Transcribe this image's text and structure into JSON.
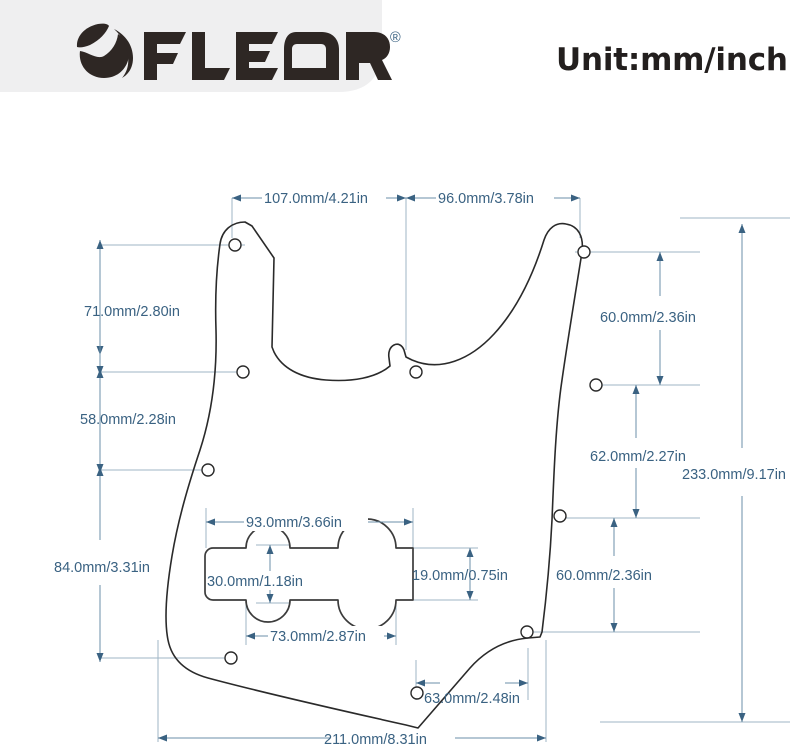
{
  "header": {
    "brand_name": "FLEOR",
    "brand_registered_mark": "®",
    "logo_icon": "leaf-icon",
    "unit_label": "Unit:mm/inch",
    "panel_color": "#efeff0"
  },
  "style": {
    "dimension_text_color": "#3a6282",
    "dimension_line_color": "#6b8fa8",
    "extension_line_color": "#9fb6c6",
    "outline_color": "#2a2a2a",
    "background_color": "#ffffff"
  },
  "drawing": {
    "subject": "bass-guitar-pickguard",
    "units": "mm/inch",
    "dimensions": {
      "top_left_width": "107.0mm/4.21in",
      "top_right_width": "96.0mm/3.78in",
      "left_upper_height": "71.0mm/2.80in",
      "left_mid_height": "58.0mm/2.28in",
      "left_lower_height": "84.0mm/3.31in",
      "right_upper_height": "60.0mm/2.36in",
      "right_mid_height": "62.0mm/2.27in",
      "right_lower_height": "60.0mm/2.36in",
      "overall_height": "233.0mm/9.17in",
      "overall_width": "211.0mm/8.31in",
      "cavity_outer_width": "93.0mm/3.66in",
      "cavity_inner_width": "73.0mm/2.87in",
      "cavity_height": "30.0mm/1.18in",
      "cavity_right_offset": "19.0mm/0.75in",
      "bottom_right_offset": "63.0mm/2.48in"
    }
  }
}
